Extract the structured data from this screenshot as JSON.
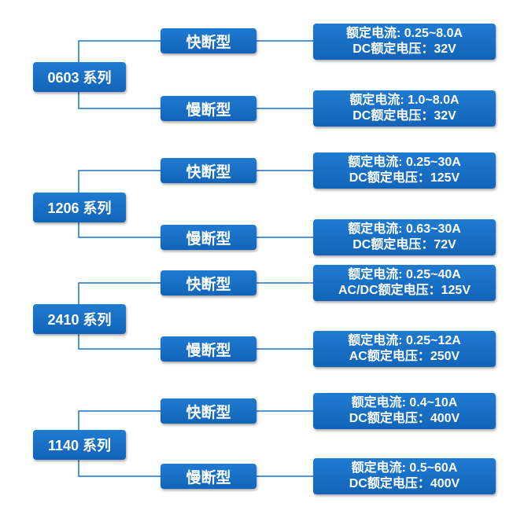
{
  "colors": {
    "box_fill": "#1a70c6",
    "line": "#1a70c6",
    "text": "#ffffff"
  },
  "groups": [
    {
      "series": "0603 系列",
      "fast": {
        "label": "快断型",
        "line1": "额定电流: 0.25~8.0A",
        "line2": "DC额定电压：32V"
      },
      "slow": {
        "label": "慢断型",
        "line1": "额定电流: 1.0~8.0A",
        "line2": "DC额定电压：32V"
      }
    },
    {
      "series": "1206 系列",
      "fast": {
        "label": "快断型",
        "line1": "额定电流: 0.25~30A",
        "line2": "DC额定电压：125V"
      },
      "slow": {
        "label": "慢断型",
        "line1": "额定电流: 0.63~30A",
        "line2": "DC额定电压：72V"
      }
    },
    {
      "series": "2410 系列",
      "fast": {
        "label": "快断型",
        "line1": "额定电流: 0.25~40A",
        "line2": "AC/DC额定电压：125V"
      },
      "slow": {
        "label": "慢断型",
        "line1": "额定电流: 0.25~12A",
        "line2": "AC额定电压：250V"
      }
    },
    {
      "series": "1140 系列",
      "fast": {
        "label": "快断型",
        "line1": "额定电流: 0.4~10A",
        "line2": "DC额定电压：400V"
      },
      "slow": {
        "label": "慢断型",
        "line1": "额定电流: 0.5~60A",
        "line2": "DC额定电压：400V"
      }
    }
  ]
}
